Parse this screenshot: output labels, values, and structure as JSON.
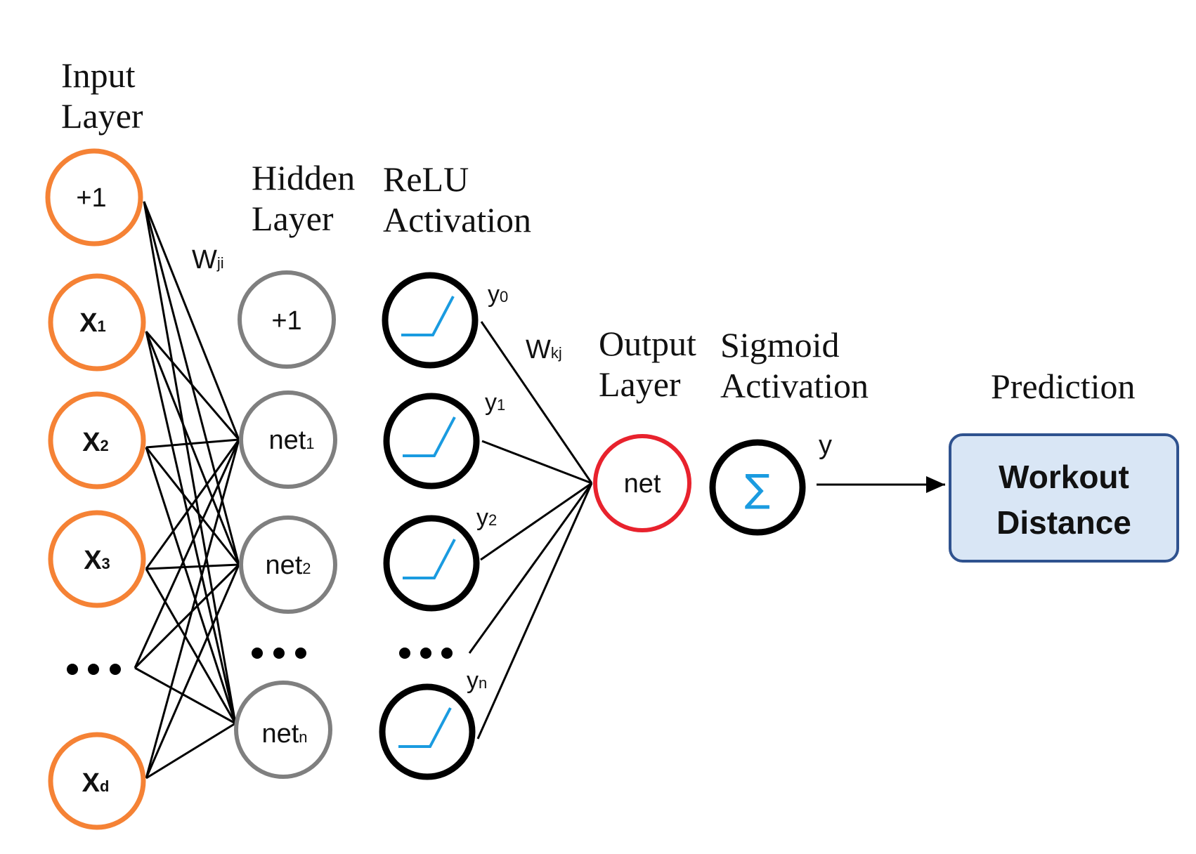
{
  "headings": {
    "input_line1": "Input",
    "input_line2": "Layer",
    "hidden_line1": "Hidden",
    "hidden_line2": "Layer",
    "relu_line1": "ReLU",
    "relu_line2": "Activation",
    "output_line1": "Output",
    "output_line2": "Layer",
    "sigmoid_line1": "Sigmoid",
    "sigmoid_line2": "Activation",
    "prediction": "Prediction"
  },
  "input_nodes": [
    {
      "main": "+1",
      "sub": ""
    },
    {
      "main": "X",
      "sub": "1"
    },
    {
      "main": "X",
      "sub": "2"
    },
    {
      "main": "X",
      "sub": "3"
    },
    {
      "main": "X",
      "sub": "d"
    }
  ],
  "hidden_nodes": [
    {
      "main": "+1",
      "sub": ""
    },
    {
      "main": "net",
      "sub": "1"
    },
    {
      "main": "net",
      "sub": "2"
    },
    {
      "main": "net",
      "sub": "n"
    }
  ],
  "relu_outputs": [
    {
      "main": "y",
      "sub": "0"
    },
    {
      "main": "y",
      "sub": "1"
    },
    {
      "main": "y",
      "sub": "2"
    },
    {
      "main": "y",
      "sub": "n"
    }
  ],
  "weights": {
    "input_hidden": {
      "main": "W",
      "sub": "ji"
    },
    "hidden_output": {
      "main": "W",
      "sub": "kj"
    }
  },
  "output_node": "net",
  "sigmoid_symbol": "∑",
  "sigmoid_output": "y",
  "prediction_box": {
    "line1": "Workout",
    "line2": "Distance"
  },
  "colors": {
    "input_stroke": "#f58235",
    "hidden_stroke": "#7f7f7f",
    "output_stroke": "#e8222d",
    "relu_curve": "#1a9be0",
    "prediction_fill": "#d9e6f5",
    "prediction_stroke": "#2f528f"
  }
}
